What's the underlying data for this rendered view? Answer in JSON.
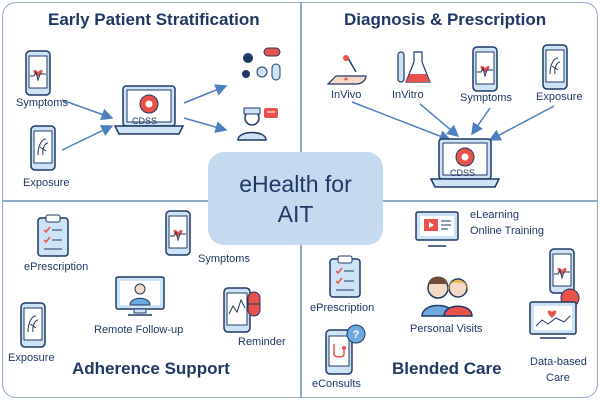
{
  "center": {
    "line1": "eHealth for",
    "line2": "AIT"
  },
  "quadrants": {
    "top_left": {
      "title": "Early Patient Stratification",
      "labels": {
        "symptoms": "Symptoms",
        "exposure": "Exposure",
        "cdss": "CDSS"
      }
    },
    "top_right": {
      "title": "Diagnosis & Prescription",
      "labels": {
        "invivo": "InVivo",
        "invitro": "InVitro",
        "symptoms": "Symptoms",
        "exposure": "Exposure",
        "cdss": "CDSS"
      }
    },
    "bottom_left": {
      "title": "Adherence Support",
      "labels": {
        "eprescription": "ePrescription",
        "symptoms": "Symptoms",
        "remote": "Remote Follow-up",
        "exposure": "Exposure",
        "reminder": "Reminder"
      }
    },
    "bottom_right": {
      "title": "Blended Care",
      "labels": {
        "elearning1": "eLearning",
        "elearning2": "Online Training",
        "eprescription": "ePrescription",
        "personal": "Personal Visits",
        "econsults": "eConsults",
        "databased1": "Data-based",
        "databased2": "Care"
      }
    }
  },
  "colors": {
    "border": "#8eaac9",
    "navy": "#1f3864",
    "accent_red": "#e8524a",
    "center_fill": "#c5d9ef",
    "arrow": "#4f7fc0"
  }
}
